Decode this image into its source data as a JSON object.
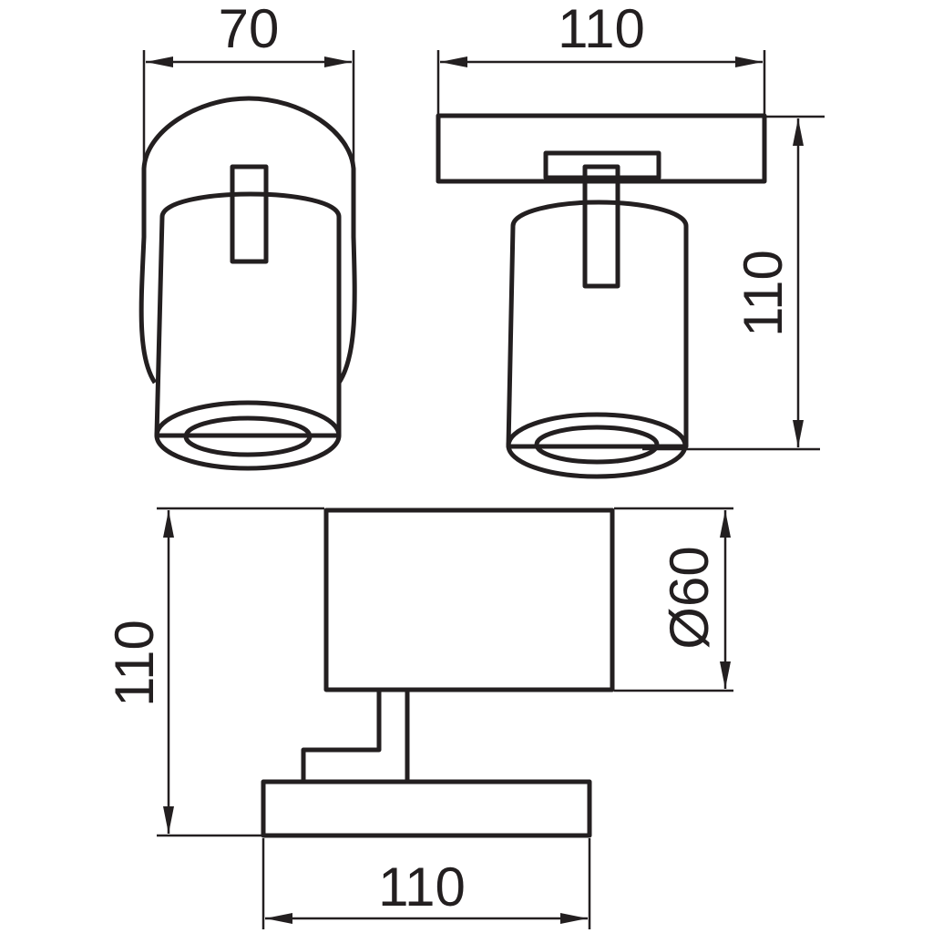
{
  "dimensions": {
    "side_width": "70",
    "front_width": "110",
    "front_height": "110",
    "top_height": "110",
    "top_diameter": "Ø60",
    "top_width": "110"
  }
}
